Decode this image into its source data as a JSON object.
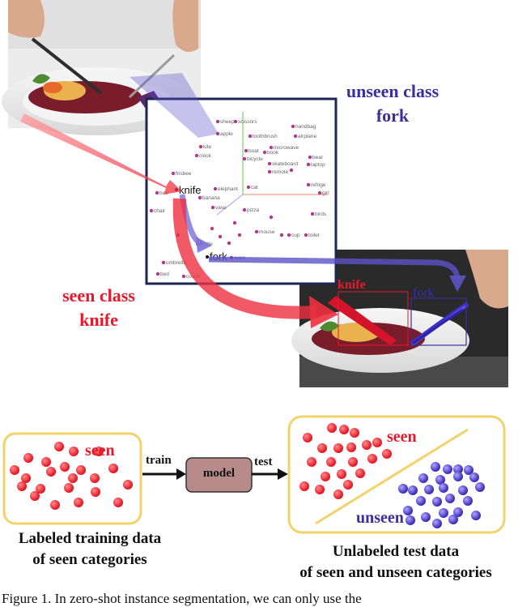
{
  "top_panel": {
    "unseen_label_line1": "unseen class",
    "unseen_label_line2": "fork",
    "seen_label_line1": "seen class",
    "seen_label_line2": "knife",
    "box_label_knife": "knife",
    "box_label_fork": "fork",
    "embedding_highlight_knife": "knife",
    "embedding_highlight_fork": "fork",
    "embedding_words": [
      "sheep",
      "scissors",
      "handbag",
      "apple",
      "toothbrush",
      "airplane",
      "kite",
      "microwave",
      "clock",
      "boat",
      "book",
      "bear",
      "bicycle",
      "skateboard",
      "laptop",
      "frisbee",
      "remote",
      "bus",
      "elephant",
      "cat",
      "refrige",
      "banana",
      "vase",
      "pizza",
      "girl",
      "chair",
      "birds",
      "mouse",
      "cup",
      "toilet",
      "bottle",
      "oven",
      "umbrella",
      "bed",
      "couch"
    ]
  },
  "bottom_panel": {
    "train_box_label": "seen",
    "arrow_train": "train",
    "model_label": "model",
    "arrow_test": "test",
    "test_seen_label": "seen",
    "test_unseen_label": "unseen",
    "left_caption_line1": "Labeled training data",
    "left_caption_line2": "of seen categories",
    "right_caption_line1": "Unlabeled test data",
    "right_caption_line2": "of seen and unseen categories"
  },
  "colors": {
    "unseen": "#3b2fa0",
    "seen": "#e8182c",
    "box_border": "#f2d36b",
    "model_fill": "#b88b8b",
    "embedding_frame": "#1c2652"
  },
  "figure_caption": "Figure 1. In zero-shot instance segmentation, we can only use the"
}
